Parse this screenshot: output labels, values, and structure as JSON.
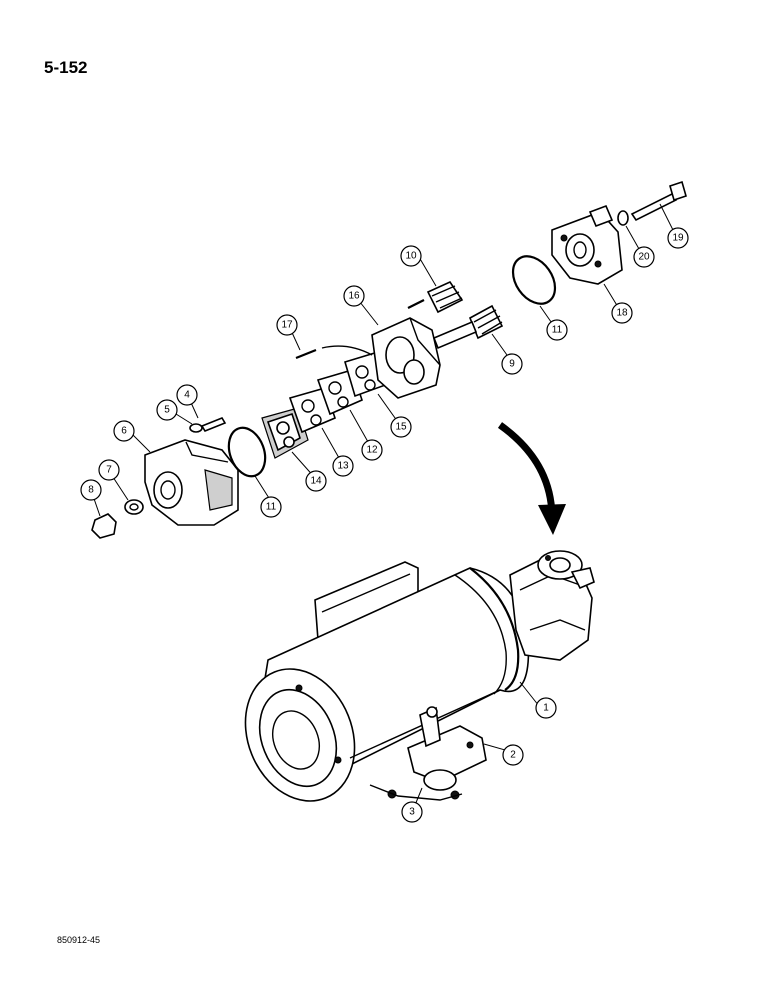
{
  "page": {
    "number": "5-152",
    "figure_id": "850912-45"
  },
  "callouts": {
    "c1": "1",
    "c2": "2",
    "c3": "3",
    "c4": "4",
    "c5": "5",
    "c6": "6",
    "c7": "7",
    "c8": "8",
    "c9": "9",
    "c10": "10",
    "c11a": "11",
    "c11b": "11",
    "c12": "12",
    "c13": "13",
    "c14": "14",
    "c15": "15",
    "c16": "16",
    "c17": "17",
    "c18": "18",
    "c19": "19",
    "c20": "20"
  }
}
